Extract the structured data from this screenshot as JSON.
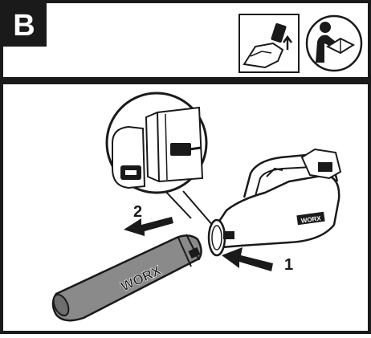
{
  "panel": {
    "step_letter": "B"
  },
  "header_icons": [
    {
      "name": "battery-removal-icon"
    },
    {
      "name": "read-manual-icon"
    }
  ],
  "steps": {
    "step1_label": "1",
    "step2_label": "2"
  },
  "brand": {
    "tube_logo": "WORX",
    "body_logo": "WORX"
  },
  "colors": {
    "ink": "#1a1a1a",
    "tube_fill": "#8a8a8a",
    "body_fill": "#ffffff"
  }
}
